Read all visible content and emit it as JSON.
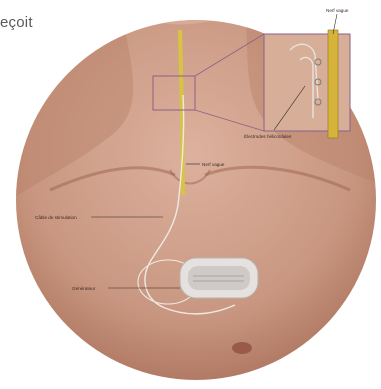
{
  "heading": "eçoit",
  "labels": {
    "nerf_vague_inset": "Nerf vague",
    "electrodes": "Électrodes hélicoïdales",
    "nerf_vague_neck": "Nerf vague",
    "cable": "Câble de stimulation",
    "generateur": "Générateur"
  },
  "colors": {
    "skin": "#c99781",
    "skin_light": "#dcb19d",
    "skin_shadow": "#a9705a",
    "nerve": "#d9c441",
    "lead": "#e8e2dc",
    "inset_frame": "#8e5f86"
  }
}
